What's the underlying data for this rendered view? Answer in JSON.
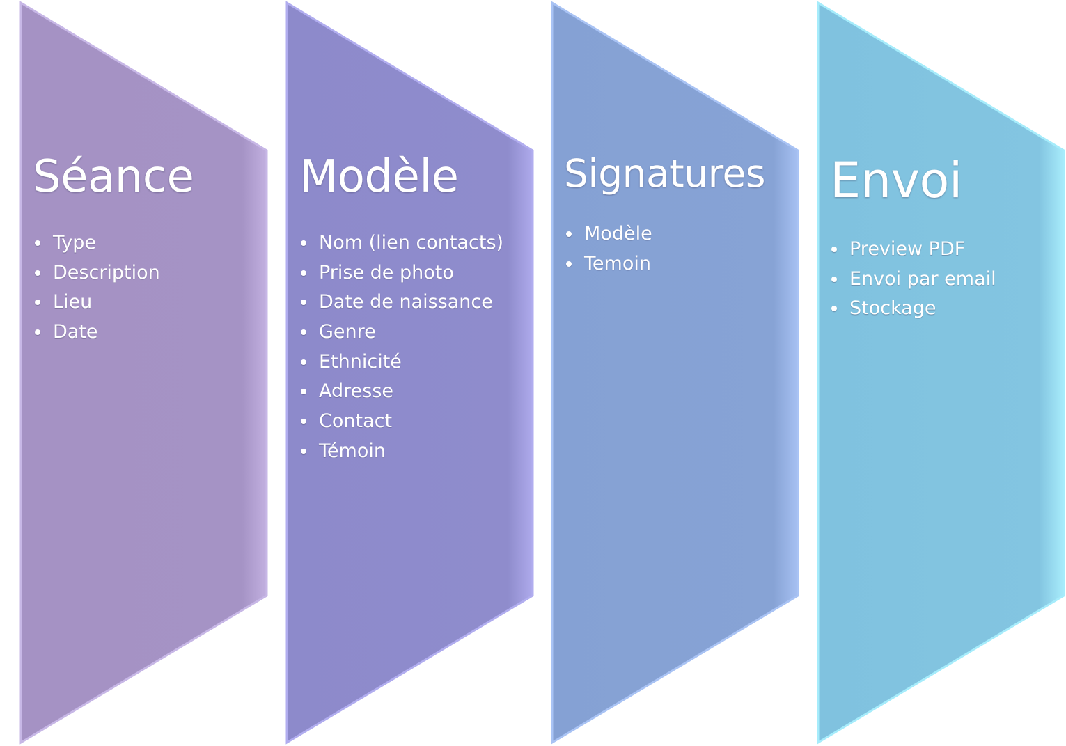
{
  "steps": [
    {
      "title": "Séance",
      "color": "#a593c5",
      "items": [
        "Type",
        "Description",
        "Lieu",
        "Date"
      ]
    },
    {
      "title": "Modèle",
      "color": "#8f8ccc",
      "items": [
        "Nom (lien contacts)",
        "Prise de photo",
        "Date de naissance",
        "Genre",
        "Ethnicité",
        "Adresse",
        "Contact",
        "Témoin"
      ]
    },
    {
      "title": "Signatures",
      "color": "#87a3d5",
      "items": [
        "Modèle",
        "Temoin"
      ]
    },
    {
      "title": "Envoi",
      "color": "#83c5e1",
      "items": [
        "Preview PDF",
        "Envoi par email",
        "Stockage"
      ]
    }
  ]
}
